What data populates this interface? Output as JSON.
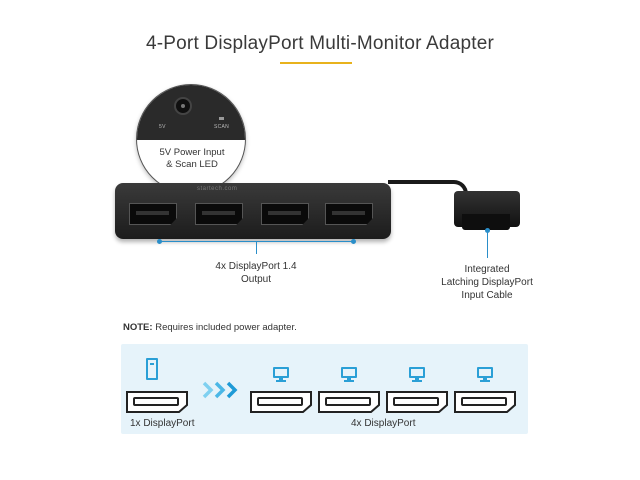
{
  "header": {
    "title": "4-Port DisplayPort Multi-Monitor Adapter",
    "accent_color": "#e8b21c"
  },
  "callout": {
    "power_label": "5V",
    "led_label": "SCAN",
    "text_line1": "5V Power Input",
    "text_line2": "& Scan LED"
  },
  "device": {
    "logo": "startech.com"
  },
  "labels": {
    "outputs_line1": "4x DisplayPort 1.4",
    "outputs_line2": "Output",
    "cable_line1": "Integrated",
    "cable_line2": "Latching DisplayPort",
    "cable_line3": "Input Cable",
    "callout_color": "#2a8ec9"
  },
  "note": {
    "prefix": "NOTE:",
    "text": " Requires included power adapter."
  },
  "diagram": {
    "source_label": "1x DisplayPort",
    "outputs_label": "4x DisplayPort",
    "arrow": "»»",
    "icon_color": "#2a9fd6",
    "panel_color": "#e6f3fa"
  }
}
